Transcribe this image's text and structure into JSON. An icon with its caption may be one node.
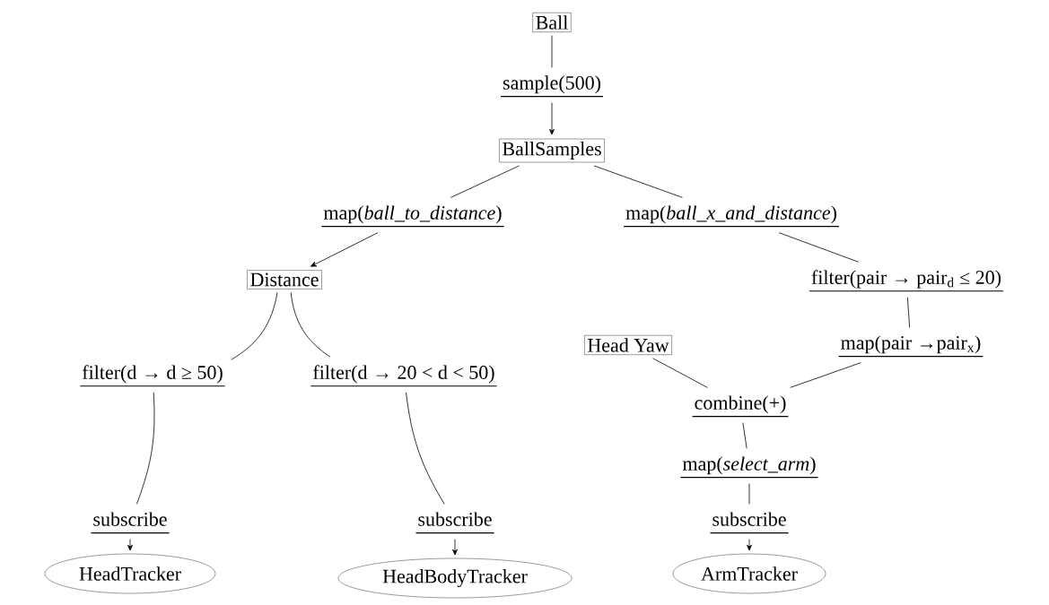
{
  "diagram": {
    "nodes": [
      {
        "text": [
          "Ball"
        ]
      },
      {
        "text": [
          "sample(500)"
        ]
      },
      {
        "text": [
          "BallSamples"
        ]
      },
      {
        "text": [
          "map(*ball_to_distance*)"
        ]
      },
      {
        "text": [
          "map(*ball_x_and_distance*)"
        ]
      },
      {
        "text": [
          "Distance"
        ]
      },
      {
        "text": [
          "filter(pair → pair$_{d}$ ≤ 20)"
        ]
      },
      {
        "text": [
          "Head Yaw"
        ]
      },
      {
        "text": [
          "map(pair →pair$_{x}$)"
        ]
      },
      {
        "text": [
          "filter(d → d ≥ 50)"
        ]
      },
      {
        "text": [
          "filter(d → 20 < d < 50)"
        ]
      },
      {
        "text": [
          "combine(+)"
        ]
      },
      {
        "text": [
          "map(*select_arm*)"
        ]
      },
      {
        "text": [
          "subscribe"
        ]
      },
      {
        "text": [
          "subscribe"
        ]
      },
      {
        "text": [
          "subscribe"
        ]
      },
      {
        "text": [
          "HeadTracker"
        ]
      },
      {
        "text": [
          "HeadBodyTracker"
        ]
      },
      {
        "text": [
          "ArmTracker"
        ]
      }
    ],
    "edges": [
      {
        "from": 0,
        "to": 1,
        "arrow": "none"
      },
      {
        "from": 1,
        "to": 2,
        "arrow": "to"
      },
      {
        "from": 2,
        "to": 3,
        "arrow": "none"
      },
      {
        "from": 3,
        "to": 5,
        "arrow": "to"
      },
      {
        "from": 2,
        "to": 4,
        "arrow": "none"
      },
      {
        "from": 4,
        "to": 6,
        "arrow": "none"
      },
      {
        "from": 6,
        "to": 8,
        "arrow": "none"
      },
      {
        "from": 5,
        "to": 9,
        "arrow": "none"
      },
      {
        "from": 5,
        "to": 10,
        "arrow": "none"
      },
      {
        "from": 7,
        "to": 11,
        "arrow": "none"
      },
      {
        "from": 8,
        "to": 11,
        "arrow": "none"
      },
      {
        "from": 11,
        "to": 12,
        "arrow": "none"
      },
      {
        "from": 12,
        "to": 15,
        "arrow": "none"
      },
      {
        "from": 9,
        "to": 13,
        "arrow": "none"
      },
      {
        "from": 10,
        "to": 14,
        "arrow": "none"
      },
      {
        "from": 13,
        "to": 16,
        "arrow": "to"
      },
      {
        "from": 14,
        "to": 17,
        "arrow": "to"
      },
      {
        "from": 15,
        "to": 18,
        "arrow": "to"
      }
    ]
  }
}
